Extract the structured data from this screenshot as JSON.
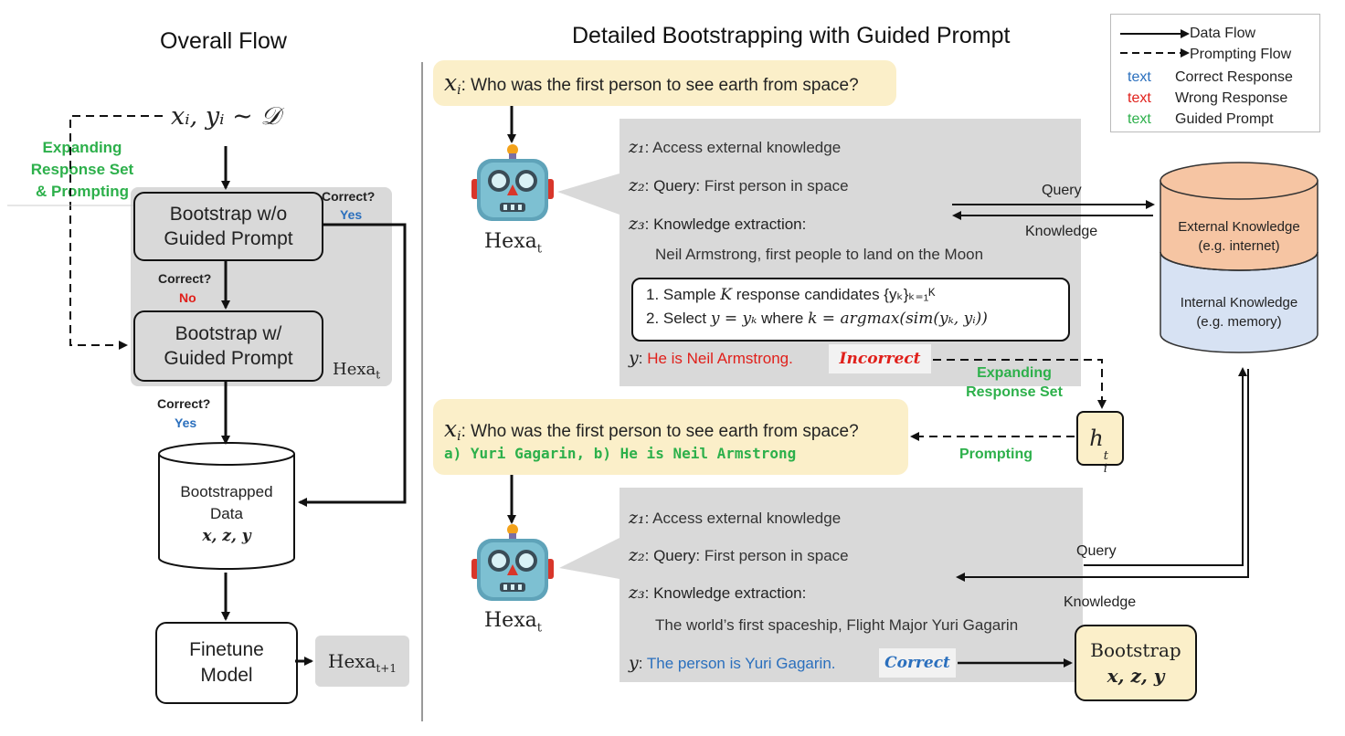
{
  "overall": {
    "title": "Overall Flow",
    "sample": "xᵢ, yᵢ ~ 𝒟",
    "expanding": [
      "Expanding",
      "Response Set",
      "& Prompting"
    ],
    "bootstrap_wo": [
      "Bootstrap w/o",
      "Guided Prompt"
    ],
    "bootstrap_w": [
      "Bootstrap w/",
      "Guided Prompt"
    ],
    "correct_q": "Correct?",
    "yes": "Yes",
    "no": "No",
    "hexa_t": "Hexa",
    "hexa_t_sub": "t",
    "data_box": [
      "Bootstrapped",
      "Data",
      "x, z, y"
    ],
    "finetune": [
      "Finetune",
      "Model"
    ],
    "hexa_t1": "Hexa",
    "hexa_t1_sub": "t+1"
  },
  "detail": {
    "title": "Detailed Bootstrapping with Guided Prompt",
    "q_label": "x",
    "q_label_sub": "i",
    "question": ": Who was the first person to see earth from space?",
    "options": "a) Yuri Gagarin, b) He is Neil Armstrong",
    "robot_label": "Hexa",
    "robot_label_sub": "t",
    "z1_label": "z₁",
    "z1_prefix": ": ",
    "z1_text": "Access external knowledge",
    "z2_label": "z₂",
    "z2_prefix": ": Query: ",
    "z2_text": "First person in space",
    "z3_label": "z₃",
    "z3_text": ": Knowledge extraction:",
    "knowledge_1": "Neil Armstrong, first people to land on the Moon",
    "knowledge_2": "The world’s first spaceship, Flight Major Yuri Gagarin",
    "step1_pre": "1.  Sample ",
    "step1_k": "K",
    "step1_post": " response candidates {yₖ}ₖ₌₁ᴷ",
    "step2_pre": "2.  Select ",
    "step2_math": "y = yₖ",
    "step2_mid": " where ",
    "step2_eq": "k = argmax(sim(yₖ, yᵢ))",
    "step2_sub": "k",
    "y_label": "y",
    "y_wrong": "He is Neil Armstrong.",
    "y_right": "The person is Yuri Gagarin.",
    "incorrect": "Incorrect",
    "correct": "Correct",
    "expanding": [
      "Expanding",
      "Response Set"
    ],
    "prompting": "Prompting",
    "hint": "h",
    "hint_sub": "i",
    "hint_sup": "t",
    "query": "Query",
    "knowledge": "Knowledge",
    "external": [
      "External Knowledge",
      "(e.g. internet)"
    ],
    "internal": [
      "Internal Knowledge",
      "(e.g. memory)"
    ],
    "bootstrap": [
      "Bootstrap",
      "x, z, y"
    ]
  },
  "legend": {
    "data_flow": "Data Flow",
    "prompting_flow": "Prompting Flow",
    "sample_text": "text",
    "correct": "Correct Response",
    "wrong": "Wrong Response",
    "guided": "Guided Prompt"
  },
  "colors": {
    "green": "#2db04b",
    "blue": "#2a6fbd",
    "red": "#e0201b",
    "question_bg": "#fbefc9",
    "external_db": "#f6c5a3",
    "internal_db": "#d7e2f3"
  }
}
